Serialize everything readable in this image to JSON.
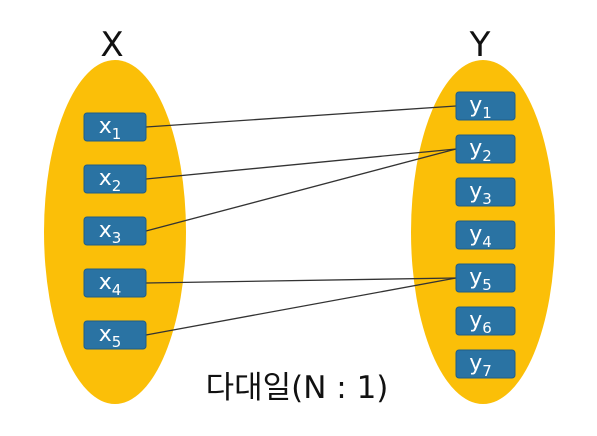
{
  "colors": {
    "set_fill": "#fbbf08",
    "node_fill": "#2a73a3",
    "node_text": "#ffffff",
    "edge": "#333333"
  },
  "sets": {
    "left": {
      "title": "X",
      "elements": [
        {
          "base": "x",
          "sub": "1"
        },
        {
          "base": "x",
          "sub": "2"
        },
        {
          "base": "x",
          "sub": "3"
        },
        {
          "base": "x",
          "sub": "4"
        },
        {
          "base": "x",
          "sub": "5"
        }
      ]
    },
    "right": {
      "title": "Y",
      "elements": [
        {
          "base": "y",
          "sub": "1"
        },
        {
          "base": "y",
          "sub": "2"
        },
        {
          "base": "y",
          "sub": "3"
        },
        {
          "base": "y",
          "sub": "4"
        },
        {
          "base": "y",
          "sub": "5"
        },
        {
          "base": "y",
          "sub": "6"
        },
        {
          "base": "y",
          "sub": "7"
        }
      ]
    }
  },
  "mappings": [
    {
      "from": 0,
      "to": 0
    },
    {
      "from": 1,
      "to": 1
    },
    {
      "from": 2,
      "to": 1
    },
    {
      "from": 3,
      "to": 4
    },
    {
      "from": 4,
      "to": 4
    }
  ],
  "caption": "다대일(N : 1)"
}
